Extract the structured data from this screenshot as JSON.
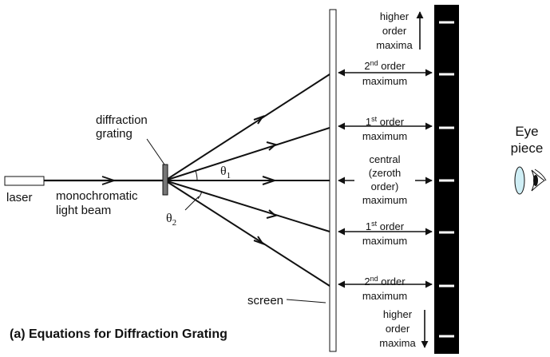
{
  "labels": {
    "laser": "laser",
    "beam": [
      "monochromatic",
      "light beam"
    ],
    "grating": [
      "diffraction",
      "grating"
    ],
    "theta1": "θ",
    "theta1_sub": "1",
    "theta2": "θ",
    "theta2_sub": "2",
    "screen": "screen",
    "eye_piece": [
      "Eye",
      "piece"
    ],
    "higher_top": [
      "higher",
      "order",
      "maxima"
    ],
    "second_top": {
      "num": "2",
      "sup": "nd",
      "word": "order",
      "line2": "maximum"
    },
    "first_top": {
      "num": "1",
      "sup": "st",
      "word": "order",
      "line2": "maximum"
    },
    "central": [
      "central",
      "(zeroth",
      "order)",
      "maximum"
    ],
    "first_bottom": {
      "num": "1",
      "sup": "st",
      "word": "order",
      "line2": "maximum"
    },
    "second_bottom": {
      "num": "2",
      "sup": "nd",
      "word": "order",
      "line2": "maximum"
    },
    "higher_bottom": [
      "higher",
      "order",
      "maxima"
    ]
  },
  "caption": "(a)  Equations for Diffraction Grating",
  "colors": {
    "line": "#111111",
    "grating": "#777777",
    "strip": "#000000",
    "lens": "#cfeef5"
  },
  "icons": {
    "eye": "eye-icon",
    "lens": "lens-icon"
  }
}
